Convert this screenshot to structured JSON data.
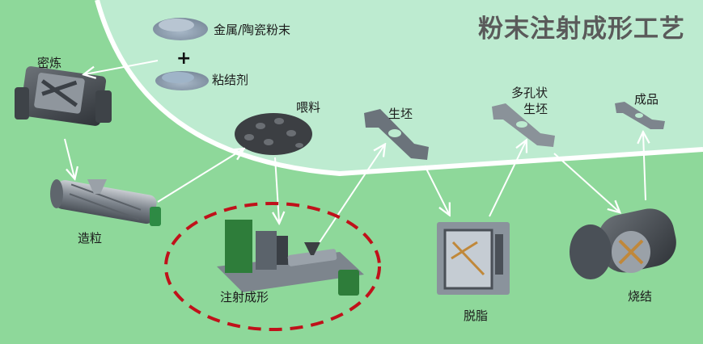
{
  "title": "粉末注射成形工艺",
  "materials": {
    "powder": "金属/陶瓷粉末",
    "plus": "+",
    "binder": "粘结剂"
  },
  "steps": {
    "mixing": "密炼",
    "granulating": "造粒",
    "feedstock": "喂料",
    "injection": "注射成形",
    "green_part": "生坯",
    "porous_green_line1": "多孔状",
    "porous_green_line2": "生坯",
    "product": "成品",
    "debinding": "脱脂",
    "sintering": "烧结"
  },
  "colors": {
    "background_outer": "#8ed89a",
    "background_inner": "#bdebd0",
    "highlight_ellipse": "#c0111a",
    "arrow": "#ffffff"
  }
}
